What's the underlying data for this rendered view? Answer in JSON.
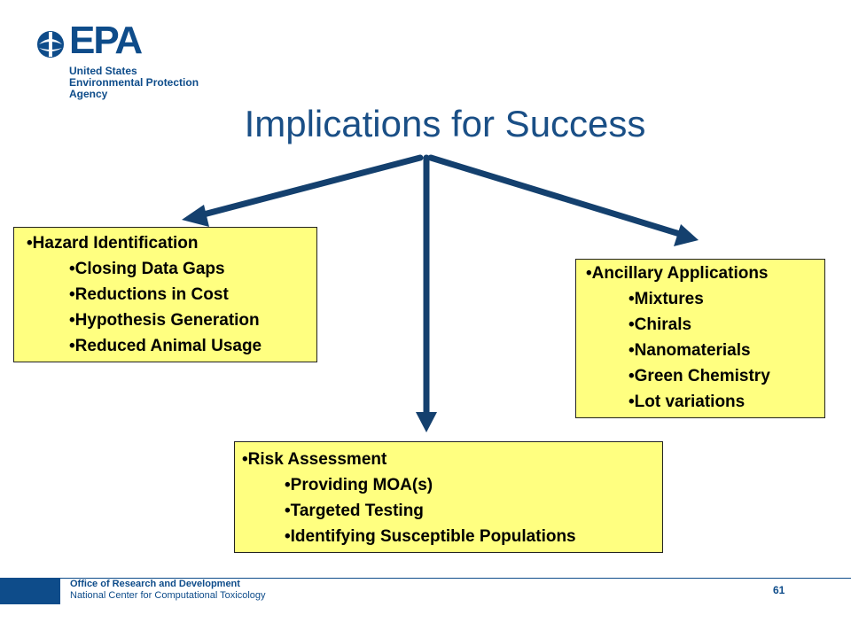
{
  "logo": {
    "wordmark": "EPA",
    "lines": [
      "United States",
      "Environmental Protection",
      "Agency"
    ]
  },
  "title": "Implications for Success",
  "hazard": {
    "heading": "Hazard Identification",
    "items": [
      "Closing Data Gaps",
      "Reductions in Cost",
      "Hypothesis Generation",
      "Reduced Animal Usage"
    ]
  },
  "ancillary": {
    "heading": "Ancillary Applications",
    "items": [
      "Mixtures",
      "Chirals",
      "Nanomaterials",
      "Green Chemistry",
      "Lot variations"
    ]
  },
  "risk": {
    "heading": "Risk Assessment",
    "items": [
      "Providing MOA(s)",
      "Targeted Testing",
      "Identifying Susceptible Populations"
    ]
  },
  "footer": {
    "office": "Office of Research and Development",
    "center": "National Center for Computational Toxicology",
    "page_number": "61"
  },
  "colors": {
    "brand": "#0e4c8a",
    "arrow": "#14406e",
    "box_fill": "#ffff80"
  }
}
